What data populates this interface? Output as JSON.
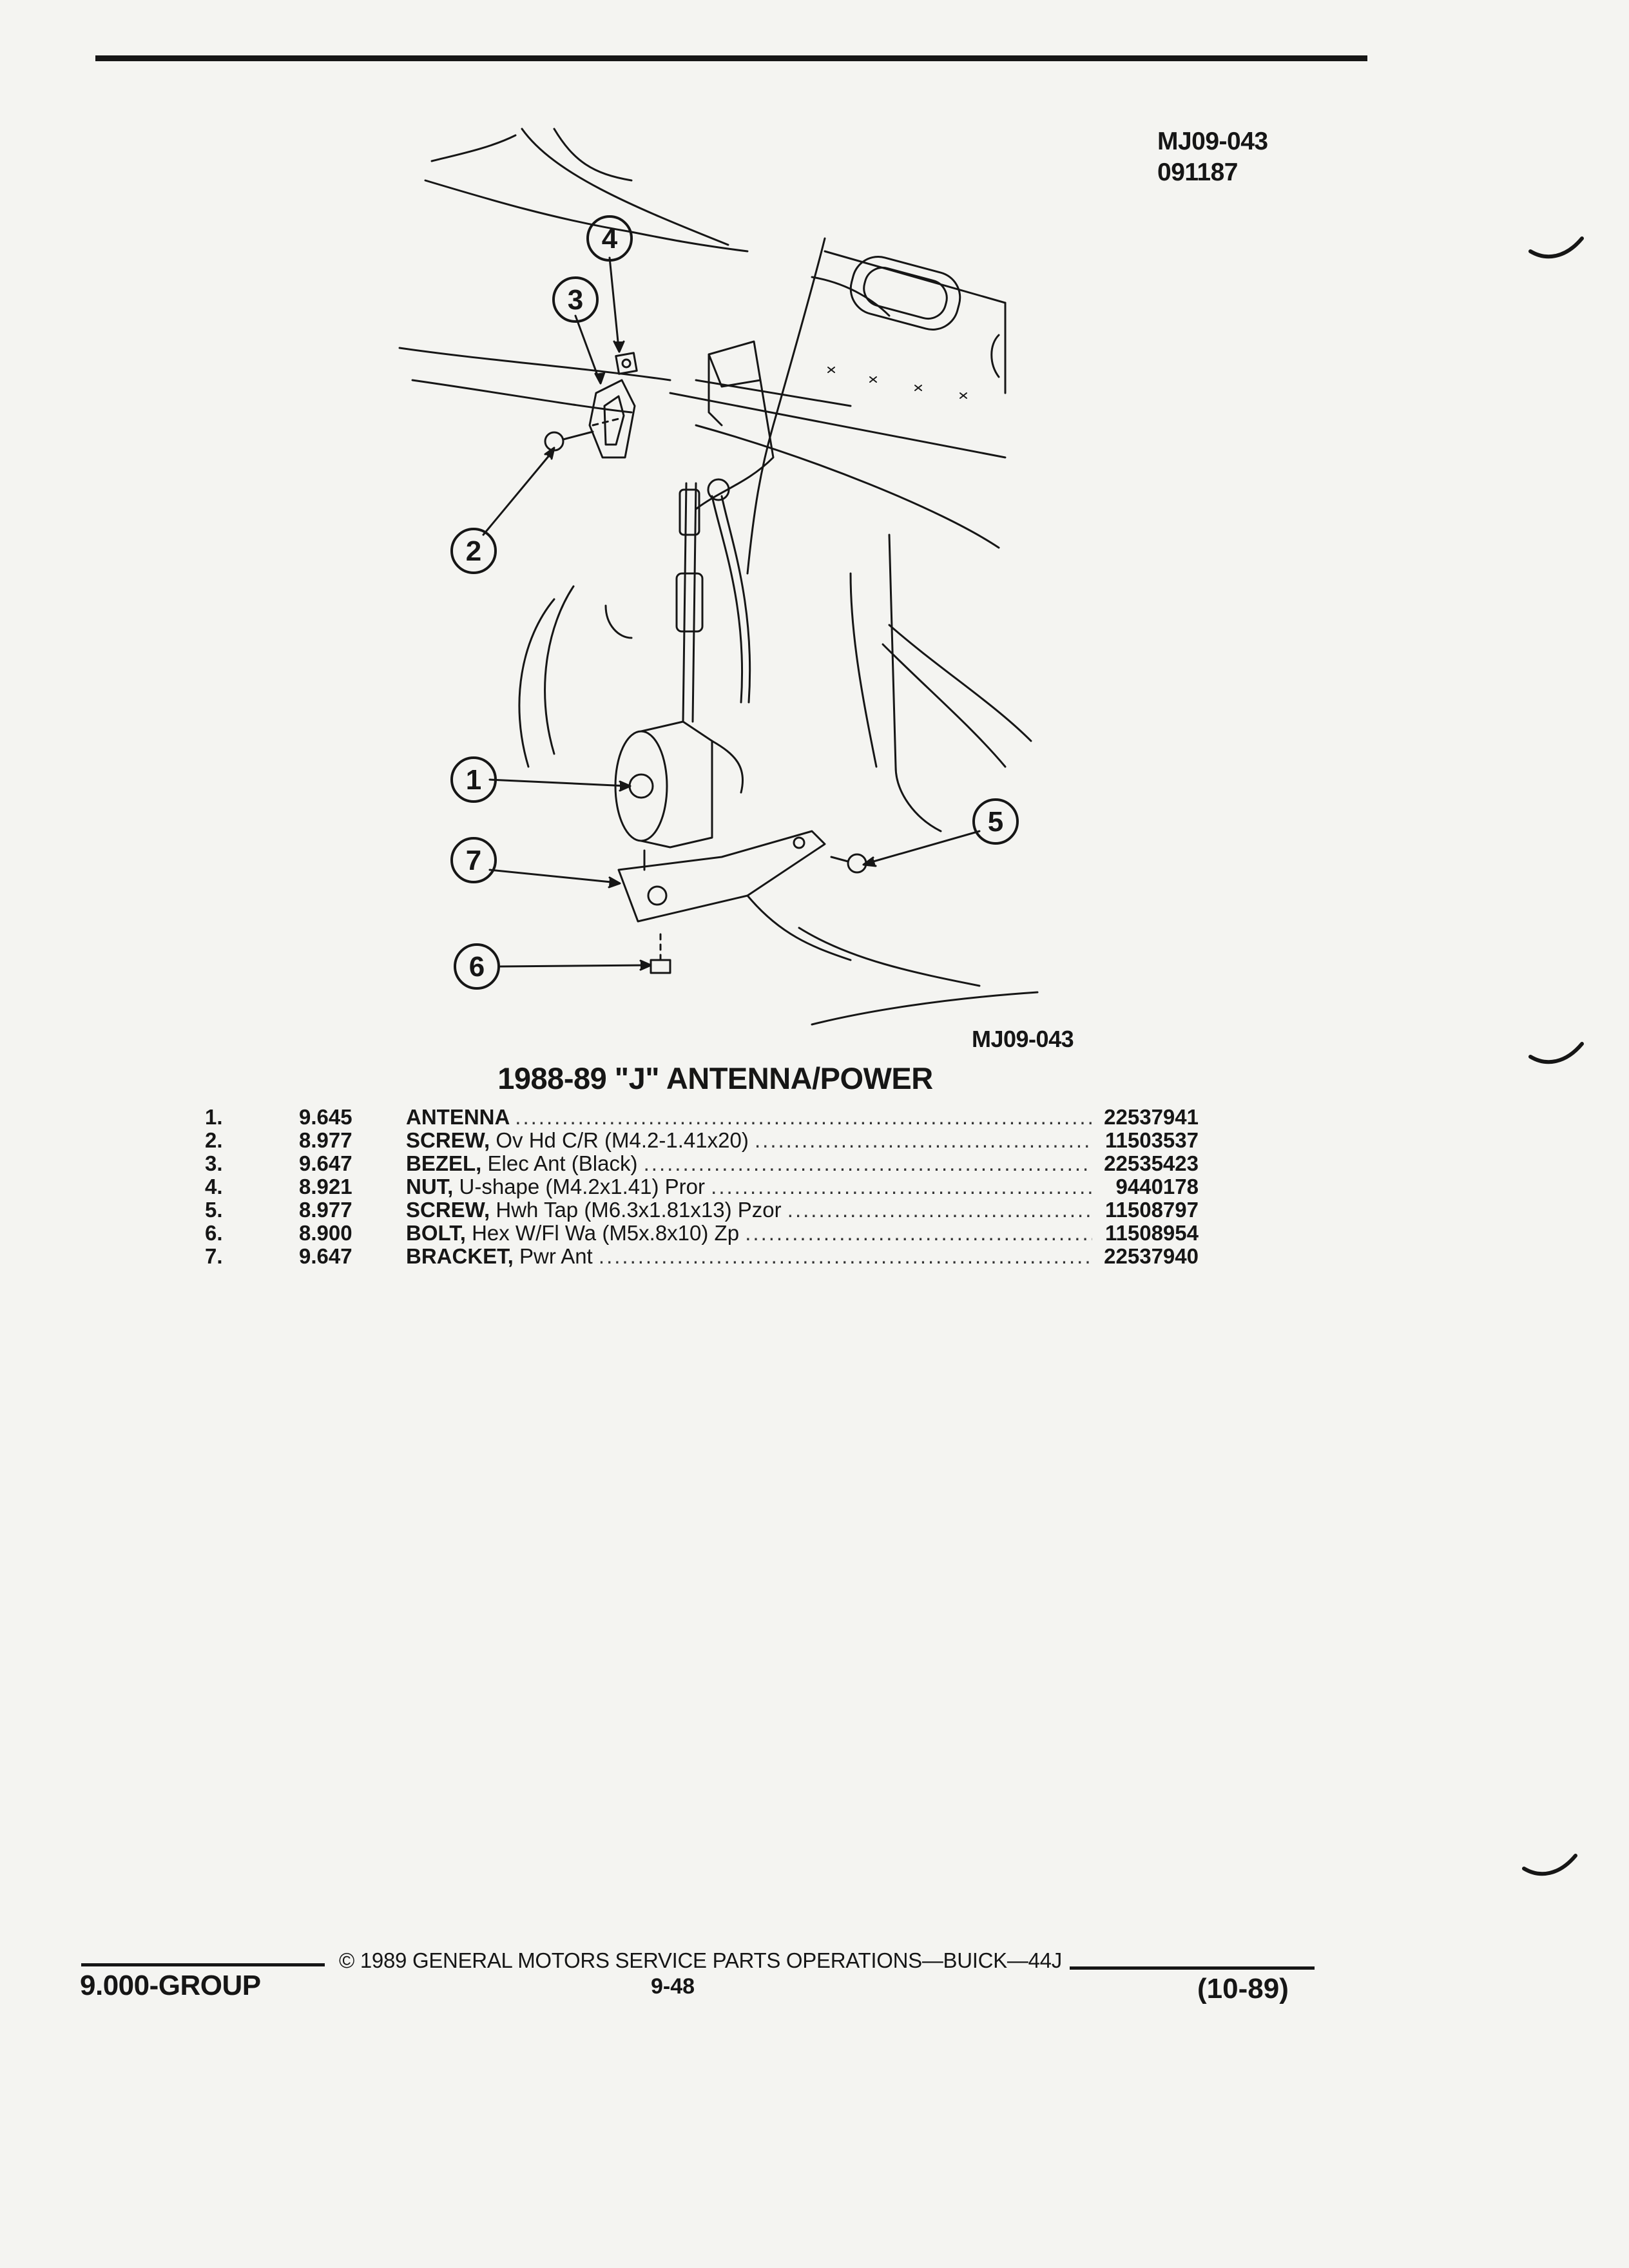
{
  "header": {
    "illustration_code": "MJ09-043",
    "date_code": "091187"
  },
  "diagram": {
    "caption": "MJ09-043",
    "callouts": [
      "1",
      "2",
      "3",
      "4",
      "5",
      "6",
      "7"
    ]
  },
  "group_title": "1988-89 \"J\" ANTENNA/POWER",
  "parts": [
    {
      "num": "1.",
      "group": "9.645",
      "name": "ANTENNA",
      "detail": "",
      "part_no": "22537941"
    },
    {
      "num": "2.",
      "group": "8.977",
      "name": "SCREW,",
      "detail": "Ov Hd C/R (M4.2-1.41x20)",
      "part_no": "11503537"
    },
    {
      "num": "3.",
      "group": "9.647",
      "name": "BEZEL,",
      "detail": "Elec Ant (Black)",
      "part_no": "22535423"
    },
    {
      "num": "4.",
      "group": "8.921",
      "name": "NUT,",
      "detail": "U-shape (M4.2x1.41) Pror",
      "part_no": "9440178"
    },
    {
      "num": "5.",
      "group": "8.977",
      "name": "SCREW,",
      "detail": "Hwh Tap (M6.3x1.81x13) Pzor",
      "part_no": "11508797"
    },
    {
      "num": "6.",
      "group": "8.900",
      "name": "BOLT,",
      "detail": "Hex W/Fl Wa (M5x.8x10) Zp",
      "part_no": "11508954"
    },
    {
      "num": "7.",
      "group": "9.647",
      "name": "BRACKET,",
      "detail": "Pwr Ant",
      "part_no": "22537940"
    }
  ],
  "footer": {
    "group_label": "9.000-GROUP",
    "copyright": "© 1989 GENERAL MOTORS SERVICE PARTS OPERATIONS—BUICK—44J",
    "page_number": "9-48",
    "revision": "(10-89)"
  }
}
